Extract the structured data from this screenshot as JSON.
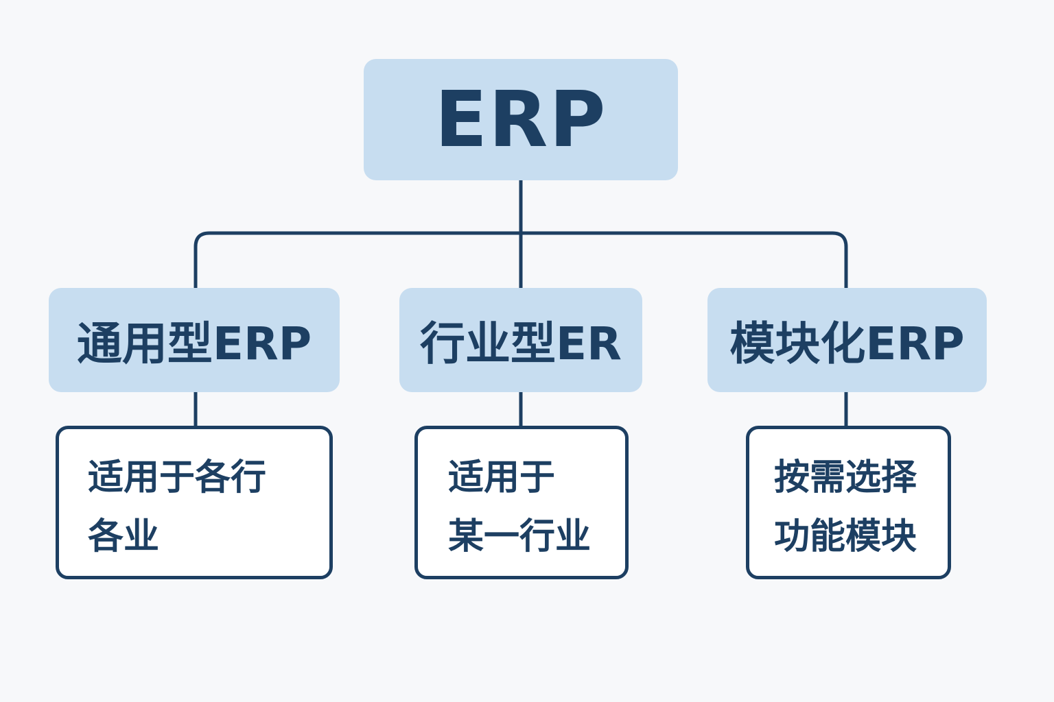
{
  "root": {
    "label": "ERP"
  },
  "categories": [
    {
      "label": "通用型ERP",
      "description": [
        "适用于各行",
        "各业"
      ]
    },
    {
      "label": "行业型ER",
      "description": [
        "适用于",
        "某一行业"
      ]
    },
    {
      "label": "模块化ERP",
      "description": [
        "按需选择",
        "功能模块"
      ]
    }
  ],
  "colors": {
    "box_fill": "#c7ddf0",
    "line_and_text": "#1d3f62",
    "background": "#f7f8fa",
    "description_fill": "#ffffff"
  }
}
